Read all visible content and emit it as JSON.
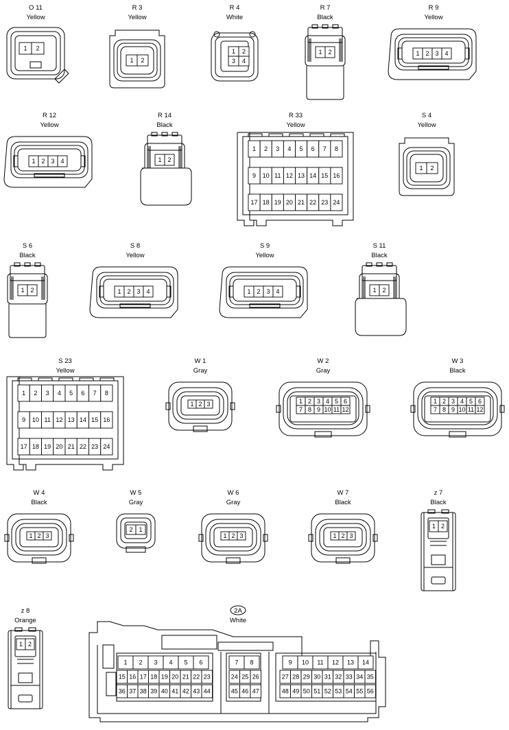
{
  "connectors": [
    {
      "id": "O 11",
      "color": "Yellow",
      "pins": [
        "1",
        "2"
      ]
    },
    {
      "id": "R 3",
      "color": "Yellow",
      "pins": [
        "1",
        "2"
      ]
    },
    {
      "id": "R 4",
      "color": "White",
      "pins": [
        "1",
        "2",
        "3",
        "4"
      ]
    },
    {
      "id": "R 7",
      "color": "Black",
      "pins": [
        "1",
        "2"
      ]
    },
    {
      "id": "R 9",
      "color": "Yellow",
      "pins": [
        "1",
        "2",
        "3",
        "4"
      ]
    },
    {
      "id": "R 12",
      "color": "Yellow",
      "pins": [
        "1",
        "2",
        "3",
        "4"
      ]
    },
    {
      "id": "R 14",
      "color": "Black",
      "pins": [
        "1",
        "2"
      ]
    },
    {
      "id": "R 33",
      "color": "Yellow",
      "pins": [
        "1",
        "2",
        "3",
        "4",
        "5",
        "6",
        "7",
        "8",
        "9",
        "10",
        "11",
        "12",
        "13",
        "14",
        "15",
        "16",
        "17",
        "18",
        "19",
        "20",
        "21",
        "22",
        "23",
        "24"
      ]
    },
    {
      "id": "S 4",
      "color": "Yellow",
      "pins": [
        "1",
        "2"
      ]
    },
    {
      "id": "S 6",
      "color": "Black",
      "pins": [
        "1",
        "2"
      ]
    },
    {
      "id": "S 8",
      "color": "Yellow",
      "pins": [
        "1",
        "2",
        "3",
        "4"
      ]
    },
    {
      "id": "S 9",
      "color": "Yellow",
      "pins": [
        "1",
        "2",
        "3",
        "4"
      ]
    },
    {
      "id": "S 11",
      "color": "Black",
      "pins": [
        "1",
        "2"
      ]
    },
    {
      "id": "S 23",
      "color": "Yellow",
      "pins": [
        "1",
        "2",
        "3",
        "4",
        "5",
        "6",
        "7",
        "8",
        "9",
        "10",
        "11",
        "12",
        "13",
        "14",
        "15",
        "16",
        "17",
        "18",
        "19",
        "20",
        "21",
        "22",
        "23",
        "24"
      ]
    },
    {
      "id": "W 1",
      "color": "Gray",
      "pins": [
        "1",
        "2",
        "3"
      ]
    },
    {
      "id": "W 2",
      "color": "Gray",
      "pins": [
        "1",
        "2",
        "3",
        "4",
        "5",
        "6",
        "7",
        "8",
        "9",
        "10",
        "11",
        "12"
      ]
    },
    {
      "id": "W 3",
      "color": "Black",
      "pins": [
        "1",
        "2",
        "3",
        "4",
        "5",
        "6",
        "7",
        "8",
        "9",
        "10",
        "11",
        "12"
      ]
    },
    {
      "id": "W 4",
      "color": "Black",
      "pins": [
        "1",
        "2",
        "3"
      ]
    },
    {
      "id": "W 5",
      "color": "Gray",
      "pins": [
        "2",
        "1"
      ]
    },
    {
      "id": "W 6",
      "color": "Gray",
      "pins": [
        "1",
        "2",
        "3"
      ]
    },
    {
      "id": "W 7",
      "color": "Black",
      "pins": [
        "1",
        "2",
        "3"
      ]
    },
    {
      "id": "z 7",
      "color": "Black",
      "pins": [
        "1",
        "2"
      ]
    },
    {
      "id": "z 8",
      "color": "Orange",
      "pins": [
        "1",
        "2"
      ]
    },
    {
      "id": "2A",
      "color": "White",
      "pins": [
        "1",
        "2",
        "3",
        "4",
        "5",
        "6",
        "15",
        "16",
        "17",
        "18",
        "19",
        "20",
        "21",
        "22",
        "23",
        "36",
        "37",
        "38",
        "39",
        "40",
        "41",
        "42",
        "43",
        "44",
        "7",
        "8",
        "24",
        "25",
        "26",
        "45",
        "46",
        "47",
        "9",
        "10",
        "11",
        "12",
        "13",
        "14",
        "27",
        "28",
        "29",
        "30",
        "31",
        "32",
        "33",
        "34",
        "35",
        "48",
        "49",
        "50",
        "51",
        "52",
        "53",
        "54",
        "55",
        "56"
      ]
    }
  ]
}
